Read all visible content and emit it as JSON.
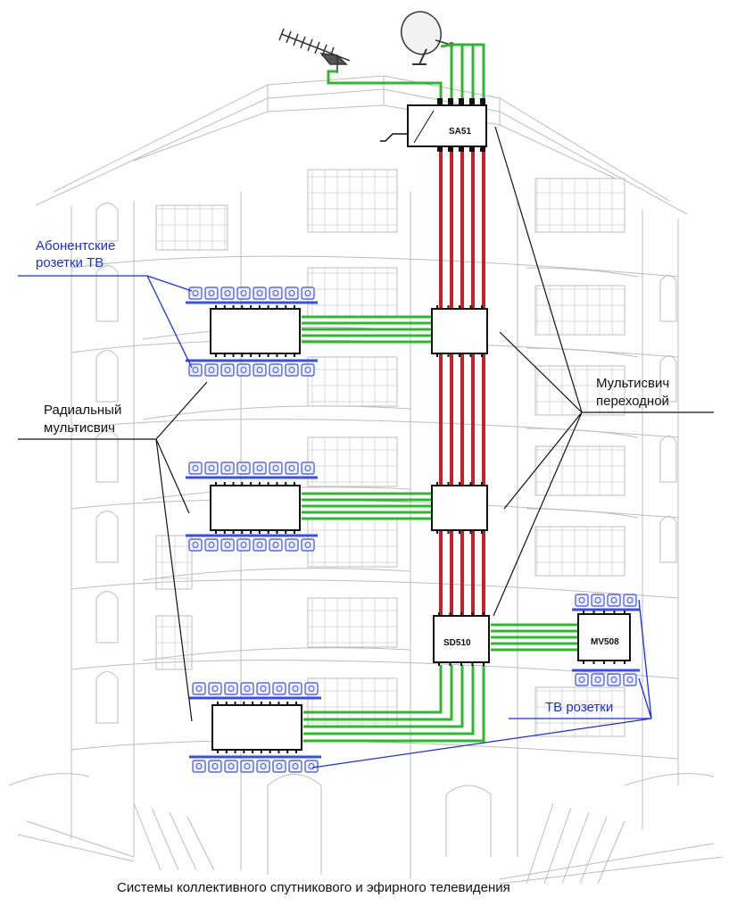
{
  "labels": {
    "subscriber_outlets": [
      "Абонентские",
      "розетки ТВ"
    ],
    "radial_multiswitch": [
      "Радиальный",
      "мультисвич"
    ],
    "transit_multiswitch": [
      "Мультисвич",
      "переходной"
    ],
    "tv_outlets": "ТВ розетки"
  },
  "devices": {
    "amplifier": "SA51",
    "terminal_multiswitch": "SD510",
    "small_multiswitch": "MV508"
  },
  "caption": "Системы коллективного спутникового и эфирного телевидения",
  "colors": {
    "cable_green": "#2fb82f",
    "cable_red": "#c8202a",
    "label_blue": "#1f2fd0",
    "outline_blue": "#3a4fe0",
    "building_line": "#b9b9b9"
  }
}
